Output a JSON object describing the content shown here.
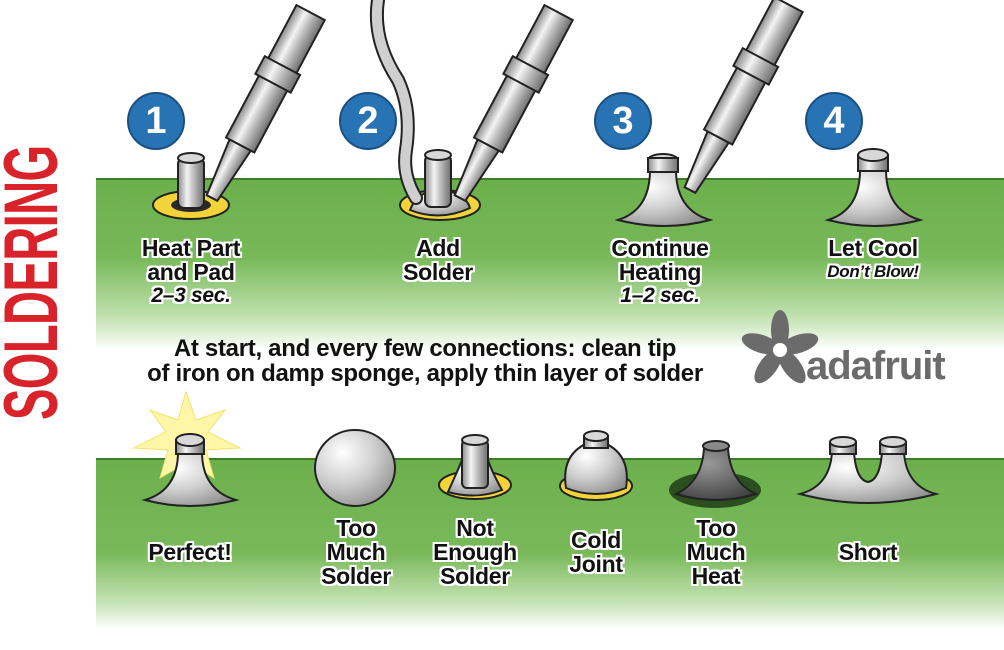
{
  "title": "SOLDERING",
  "steps": [
    {
      "number": "1",
      "label_line1": "Heat Part",
      "label_line2": "and Pad",
      "detail": "2–3 sec."
    },
    {
      "number": "2",
      "label_line1": "Add",
      "label_line2": "Solder",
      "detail": ""
    },
    {
      "number": "3",
      "label_line1": "Continue",
      "label_line2": "Heating",
      "detail": "1–2 sec."
    },
    {
      "number": "4",
      "label_line1": "Let Cool",
      "label_line2": "",
      "detail": "Don’t Blow!"
    }
  ],
  "tip": {
    "line1": "At start, and every few connections: clean tip",
    "line2": "of iron on damp sponge, apply thin layer of solder"
  },
  "brand": "adafruit",
  "examples": [
    {
      "line1": "Perfect!",
      "line2": "",
      "line3": ""
    },
    {
      "line1": "Too",
      "line2": "Much",
      "line3": "Solder"
    },
    {
      "line1": "Not",
      "line2": "Enough",
      "line3": "Solder"
    },
    {
      "line1": "Cold",
      "line2": "Joint",
      "line3": ""
    },
    {
      "line1": "Too",
      "line2": "Much",
      "line3": "Heat"
    },
    {
      "line1": "Short",
      "line2": "",
      "line3": ""
    }
  ],
  "colors": {
    "title_red": "#d9232a",
    "badge_blue": "#2873b4",
    "board_green": "#6cb04c",
    "pad_yellow": "#f2d43a",
    "solder_gray": "#b9b9b9"
  }
}
